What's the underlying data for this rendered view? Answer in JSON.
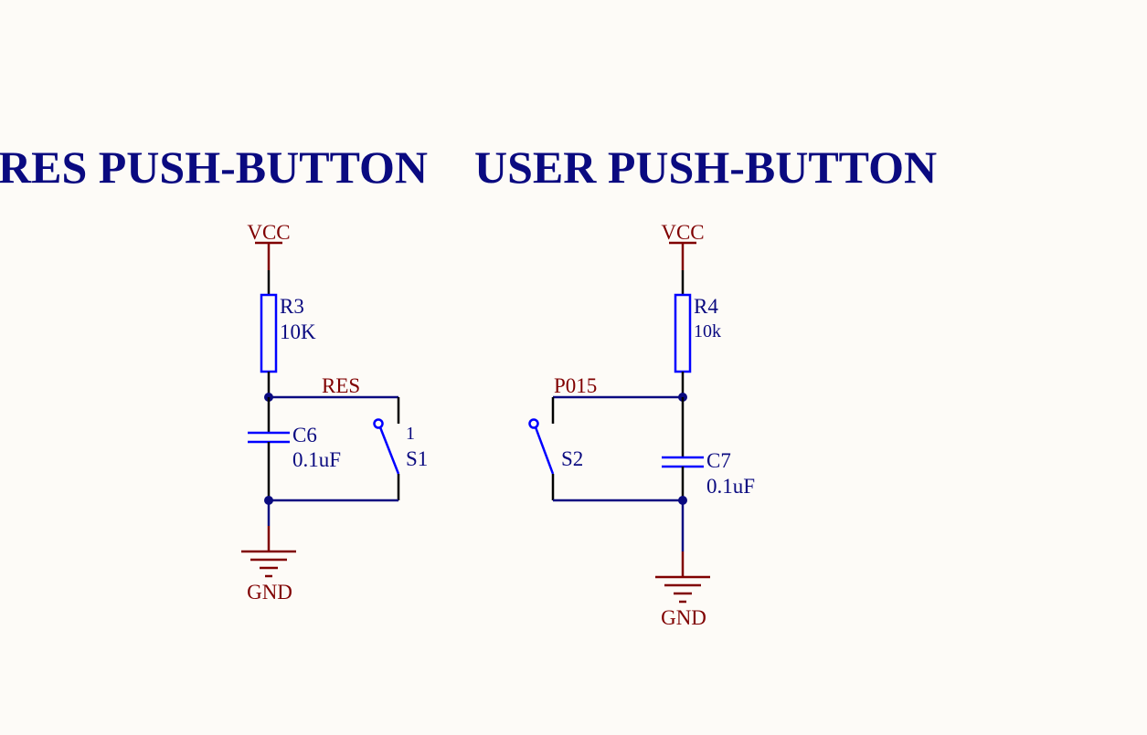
{
  "titles": {
    "res": "RES PUSH-BUTTON",
    "user": "USER PUSH-BUTTON"
  },
  "left_circuit": {
    "vcc": "VCC",
    "resistor_ref": "R3",
    "resistor_value": "10K",
    "net_label": "RES",
    "cap_ref": "C6",
    "cap_value": "0.1uF",
    "switch_pin": "1",
    "switch_ref": "S1",
    "gnd": "GND"
  },
  "right_circuit": {
    "vcc": "VCC",
    "resistor_ref": "R4",
    "resistor_value": "10k",
    "net_label": "P015",
    "cap_ref": "C7",
    "cap_value": "0.1uF",
    "switch_ref": "S2",
    "gnd": "GND"
  },
  "colors": {
    "background": "#fdfbf7",
    "title": "#0a0a80",
    "wire": "#0a0a80",
    "component": "#0000ff",
    "power": "#800000"
  }
}
